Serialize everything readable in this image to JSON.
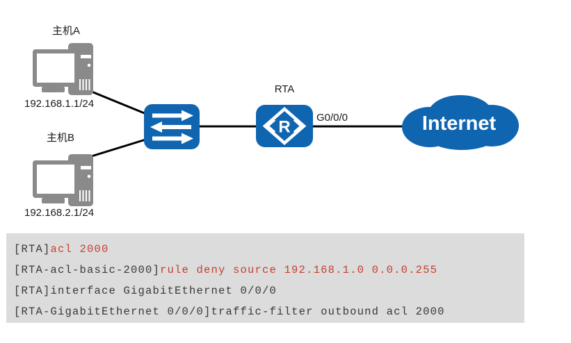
{
  "colors": {
    "brand-blue": "#1065b1",
    "device-gray": "#8a8a8a",
    "diagram-line": "#000000",
    "code-bg": "#dcdcdc",
    "code-text": "#383838",
    "code-red": "#c5402e"
  },
  "diagram": {
    "host_a": {
      "label": "主机A",
      "ip": "192.168.1.1/24"
    },
    "host_b": {
      "label": "主机B",
      "ip": "192.168.2.1/24"
    },
    "router": {
      "label": "RTA",
      "glyph": "R",
      "interface_label": "G0/0/0"
    },
    "internet": {
      "label": "Internet"
    }
  },
  "console": {
    "lines": [
      {
        "prompt": "[RTA]",
        "command": "acl 2000",
        "tone": "red"
      },
      {
        "prompt": "[RTA-acl-basic-2000]",
        "command": "rule deny source 192.168.1.0 0.0.0.255",
        "tone": "red"
      },
      {
        "prompt": "[RTA]",
        "command": "interface GigabitEthernet 0/0/0",
        "tone": "plain"
      },
      {
        "prompt": "[RTA-GigabitEthernet 0/0/0]",
        "command": "traffic-filter outbound acl 2000",
        "tone": "plain"
      }
    ]
  }
}
